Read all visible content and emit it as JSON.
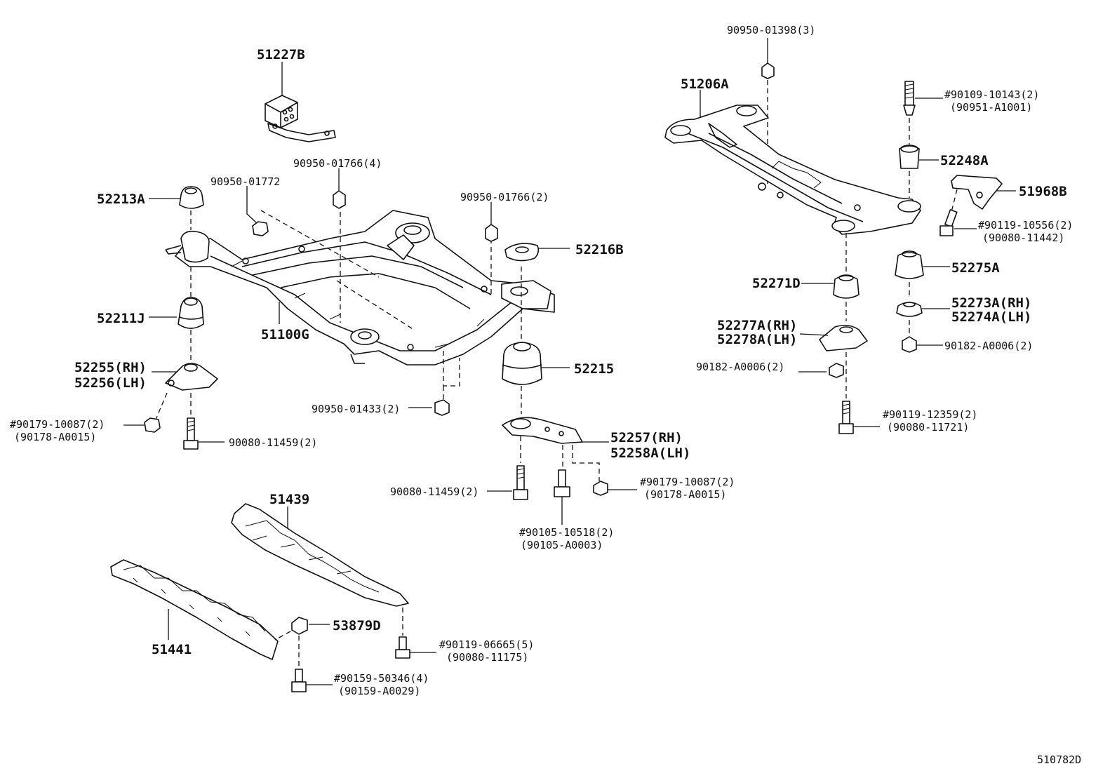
{
  "diagram_id": "510782D",
  "labels": {
    "l51227B": "51227B",
    "l90950_01766_4": "90950-01766(4)",
    "l90950_01772": "90950-01772",
    "l52213A": "52213A",
    "l90950_01766_2": "90950-01766(2)",
    "l52216B": "52216B",
    "l52211J": "52211J",
    "l51100G": "51100G",
    "l52255": "52255(RH)",
    "l52256": "52256(LH)",
    "l52215": "52215",
    "l90950_01433": "90950-01433(2)",
    "l90179_a": "#90179-10087(2)",
    "l90178_a": "(90178-A0015)",
    "l90080_11459_a": "90080-11459(2)",
    "l52257": "52257(RH)",
    "l52258A": "52258A(LH)",
    "l90080_11459_b": "90080-11459(2)",
    "l90179_b": "#90179-10087(2)",
    "l90178_b": "(90178-A0015)",
    "l90105": "#90105-10518(2)",
    "l90105_a": "(90105-A0003)",
    "l51439": "51439",
    "l51441": "51441",
    "l53879D": "53879D",
    "l90119_06665": "#90119-06665(5)",
    "l90080_11175": "(90080-11175)",
    "l90159": "#90159-50346(4)",
    "l90159_a": "(90159-A0029)",
    "l90950_01398": "90950-01398(3)",
    "l51206A": "51206A",
    "l90109": "#90109-10143(2)",
    "l90951": "(90951-A1001)",
    "l52248A": "52248A",
    "l51968B": "51968B",
    "l90119_10556": "#90119-10556(2)",
    "l90080_11442": "(90080-11442)",
    "l52271D": "52271D",
    "l52275A": "52275A",
    "l52273A": "52273A(RH)",
    "l52274A": "52274A(LH)",
    "l52277A": "52277A(RH)",
    "l52278A": "52278A(LH)",
    "l90182_a": "90182-A0006(2)",
    "l90182_b": "90182-A0006(2)",
    "l90119_12359": "#90119-12359(2)",
    "l90080_11721": "(90080-11721)"
  }
}
